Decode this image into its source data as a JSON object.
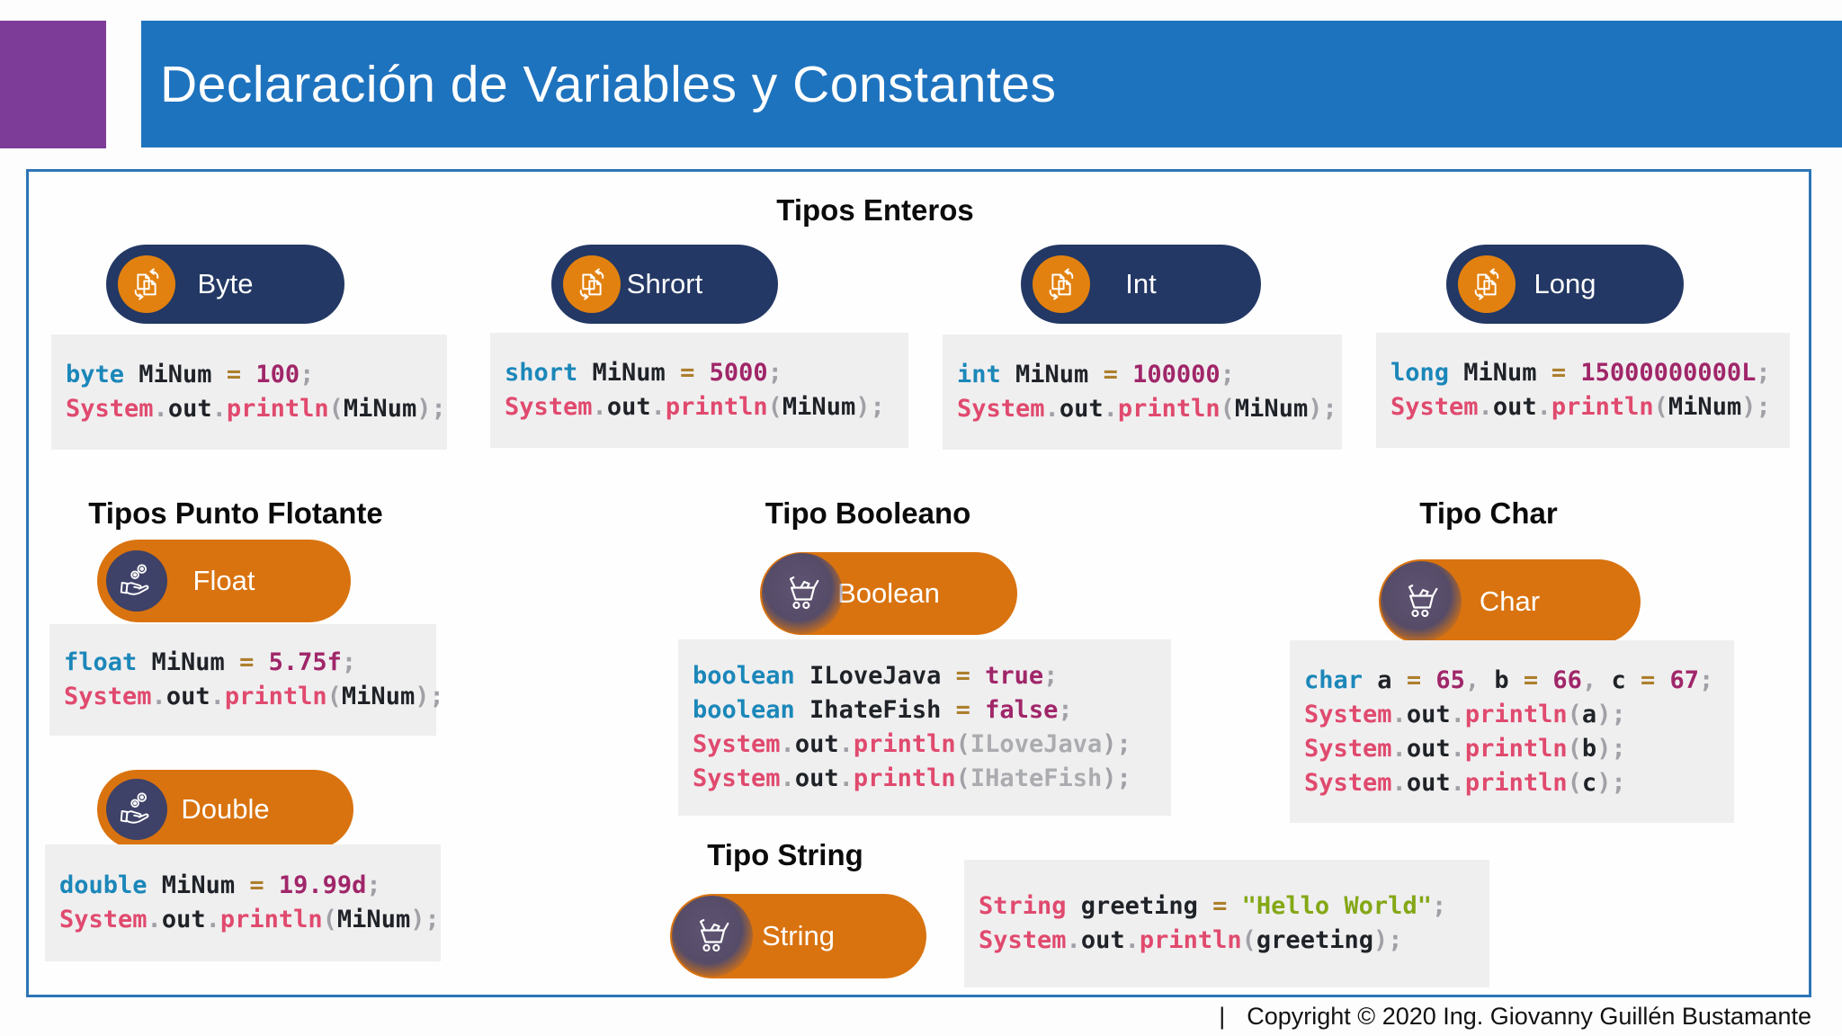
{
  "header": {
    "title": "Declaración de Variables y Constantes"
  },
  "sections": {
    "enteros": {
      "title": "Tipos Enteros",
      "items": [
        {
          "label": "Byte",
          "icon": "copy-pages-icon",
          "code": [
            [
              {
                "c": "kw",
                "t": "byte"
              },
              {
                "c": "id",
                "t": " MiNum "
              },
              {
                "c": "op",
                "t": "="
              },
              {
                "c": "num",
                "t": " 100"
              },
              {
                "c": "punc",
                "t": ";"
              }
            ],
            [
              {
                "c": "cls",
                "t": "System"
              },
              {
                "c": "punc",
                "t": "."
              },
              {
                "c": "id",
                "t": "out"
              },
              {
                "c": "punc",
                "t": "."
              },
              {
                "c": "cls",
                "t": "println"
              },
              {
                "c": "punc",
                "t": "("
              },
              {
                "c": "id",
                "t": "MiNum"
              },
              {
                "c": "punc",
                "t": ");"
              }
            ]
          ]
        },
        {
          "label": "Shrort",
          "icon": "copy-pages-icon",
          "code": [
            [
              {
                "c": "kw",
                "t": "short"
              },
              {
                "c": "id",
                "t": " MiNum "
              },
              {
                "c": "op",
                "t": "="
              },
              {
                "c": "num",
                "t": " 5000"
              },
              {
                "c": "punc",
                "t": ";"
              }
            ],
            [
              {
                "c": "cls",
                "t": "System"
              },
              {
                "c": "punc",
                "t": "."
              },
              {
                "c": "id",
                "t": "out"
              },
              {
                "c": "punc",
                "t": "."
              },
              {
                "c": "cls",
                "t": "println"
              },
              {
                "c": "punc",
                "t": "("
              },
              {
                "c": "id",
                "t": "MiNum"
              },
              {
                "c": "punc",
                "t": ");"
              }
            ]
          ]
        },
        {
          "label": "Int",
          "icon": "copy-pages-icon",
          "code": [
            [
              {
                "c": "kw",
                "t": "int"
              },
              {
                "c": "id",
                "t": " MiNum "
              },
              {
                "c": "op",
                "t": "="
              },
              {
                "c": "num",
                "t": " 100000"
              },
              {
                "c": "punc",
                "t": ";"
              }
            ],
            [
              {
                "c": "cls",
                "t": "System"
              },
              {
                "c": "punc",
                "t": "."
              },
              {
                "c": "id",
                "t": "out"
              },
              {
                "c": "punc",
                "t": "."
              },
              {
                "c": "cls",
                "t": "println"
              },
              {
                "c": "punc",
                "t": "("
              },
              {
                "c": "id",
                "t": "MiNum"
              },
              {
                "c": "punc",
                "t": ");"
              }
            ]
          ]
        },
        {
          "label": "Long",
          "icon": "copy-pages-icon",
          "code": [
            [
              {
                "c": "kw",
                "t": "long"
              },
              {
                "c": "id",
                "t": " MiNum "
              },
              {
                "c": "op",
                "t": "="
              },
              {
                "c": "num",
                "t": " 15000000000L"
              },
              {
                "c": "punc",
                "t": ";"
              }
            ],
            [
              {
                "c": "cls",
                "t": "System"
              },
              {
                "c": "punc",
                "t": "."
              },
              {
                "c": "id",
                "t": "out"
              },
              {
                "c": "punc",
                "t": "."
              },
              {
                "c": "cls",
                "t": "println"
              },
              {
                "c": "punc",
                "t": "("
              },
              {
                "c": "id",
                "t": "MiNum"
              },
              {
                "c": "punc",
                "t": ");"
              }
            ]
          ]
        }
      ]
    },
    "flotante": {
      "title": "Tipos Punto Flotante",
      "items": [
        {
          "label": "Float",
          "icon": "hand-coin-icon",
          "code": [
            [
              {
                "c": "kw",
                "t": "float"
              },
              {
                "c": "id",
                "t": " MiNum "
              },
              {
                "c": "op",
                "t": "="
              },
              {
                "c": "num",
                "t": " 5.75f"
              },
              {
                "c": "punc",
                "t": ";"
              }
            ],
            [
              {
                "c": "cls",
                "t": "System"
              },
              {
                "c": "punc",
                "t": "."
              },
              {
                "c": "id",
                "t": "out"
              },
              {
                "c": "punc",
                "t": "."
              },
              {
                "c": "cls",
                "t": "println"
              },
              {
                "c": "punc",
                "t": "("
              },
              {
                "c": "id",
                "t": "MiNum"
              },
              {
                "c": "punc",
                "t": ");"
              }
            ]
          ]
        },
        {
          "label": "Double",
          "icon": "hand-coin-icon",
          "code": [
            [
              {
                "c": "kw",
                "t": "double"
              },
              {
                "c": "id",
                "t": " MiNum "
              },
              {
                "c": "op",
                "t": "="
              },
              {
                "c": "num",
                "t": " 19.99d"
              },
              {
                "c": "punc",
                "t": ";"
              }
            ],
            [
              {
                "c": "cls",
                "t": "System"
              },
              {
                "c": "punc",
                "t": "."
              },
              {
                "c": "id",
                "t": "out"
              },
              {
                "c": "punc",
                "t": "."
              },
              {
                "c": "cls",
                "t": "println"
              },
              {
                "c": "punc",
                "t": "("
              },
              {
                "c": "id",
                "t": "MiNum"
              },
              {
                "c": "punc",
                "t": ");"
              }
            ]
          ]
        }
      ]
    },
    "booleano": {
      "title": "Tipo Booleano",
      "items": [
        {
          "label": "Boolean",
          "icon": "cart-icon",
          "code": [
            [
              {
                "c": "kw",
                "t": "boolean"
              },
              {
                "c": "id",
                "t": " ILoveJava "
              },
              {
                "c": "op",
                "t": "="
              },
              {
                "c": "num",
                "t": " true"
              },
              {
                "c": "punc",
                "t": ";"
              }
            ],
            [
              {
                "c": "kw",
                "t": "boolean"
              },
              {
                "c": "id",
                "t": " IhateFish "
              },
              {
                "c": "op",
                "t": "="
              },
              {
                "c": "num",
                "t": " false"
              },
              {
                "c": "punc",
                "t": ";"
              }
            ],
            [
              {
                "c": "cls",
                "t": "System"
              },
              {
                "c": "punc",
                "t": "."
              },
              {
                "c": "id",
                "t": "out"
              },
              {
                "c": "punc",
                "t": "."
              },
              {
                "c": "cls",
                "t": "println"
              },
              {
                "c": "punc",
                "t": "("
              },
              {
                "c": "gray",
                "t": "ILoveJava"
              },
              {
                "c": "punc",
                "t": ");"
              }
            ],
            [
              {
                "c": "cls",
                "t": "System"
              },
              {
                "c": "punc",
                "t": "."
              },
              {
                "c": "id",
                "t": "out"
              },
              {
                "c": "punc",
                "t": "."
              },
              {
                "c": "cls",
                "t": "println"
              },
              {
                "c": "punc",
                "t": "("
              },
              {
                "c": "gray",
                "t": "IHateFish"
              },
              {
                "c": "punc",
                "t": ");"
              }
            ]
          ]
        }
      ]
    },
    "charType": {
      "title": "Tipo Char",
      "items": [
        {
          "label": "Char",
          "icon": "cart-icon",
          "code": [
            [
              {
                "c": "kw",
                "t": "char"
              },
              {
                "c": "id",
                "t": " a "
              },
              {
                "c": "op",
                "t": "="
              },
              {
                "c": "num",
                "t": " 65"
              },
              {
                "c": "punc",
                "t": ", "
              },
              {
                "c": "id",
                "t": "b "
              },
              {
                "c": "op",
                "t": "="
              },
              {
                "c": "num",
                "t": " 66"
              },
              {
                "c": "punc",
                "t": ", "
              },
              {
                "c": "id",
                "t": "c "
              },
              {
                "c": "op",
                "t": "="
              },
              {
                "c": "num",
                "t": " 67"
              },
              {
                "c": "punc",
                "t": ";"
              }
            ],
            [
              {
                "c": "cls",
                "t": "System"
              },
              {
                "c": "punc",
                "t": "."
              },
              {
                "c": "id",
                "t": "out"
              },
              {
                "c": "punc",
                "t": "."
              },
              {
                "c": "cls",
                "t": "println"
              },
              {
                "c": "punc",
                "t": "("
              },
              {
                "c": "id",
                "t": "a"
              },
              {
                "c": "punc",
                "t": ");"
              }
            ],
            [
              {
                "c": "cls",
                "t": "System"
              },
              {
                "c": "punc",
                "t": "."
              },
              {
                "c": "id",
                "t": "out"
              },
              {
                "c": "punc",
                "t": "."
              },
              {
                "c": "cls",
                "t": "println"
              },
              {
                "c": "punc",
                "t": "("
              },
              {
                "c": "id",
                "t": "b"
              },
              {
                "c": "punc",
                "t": ");"
              }
            ],
            [
              {
                "c": "cls",
                "t": "System"
              },
              {
                "c": "punc",
                "t": "."
              },
              {
                "c": "id",
                "t": "out"
              },
              {
                "c": "punc",
                "t": "."
              },
              {
                "c": "cls",
                "t": "println"
              },
              {
                "c": "punc",
                "t": "("
              },
              {
                "c": "id",
                "t": "c"
              },
              {
                "c": "punc",
                "t": ");"
              }
            ]
          ]
        }
      ]
    },
    "stringType": {
      "title": "Tipo String",
      "items": [
        {
          "label": "String",
          "icon": "cart-icon",
          "code": [
            [
              {
                "c": "cls",
                "t": "String"
              },
              {
                "c": "id",
                "t": " greeting "
              },
              {
                "c": "op",
                "t": "="
              },
              {
                "c": "str",
                "t": " \"Hello World\""
              },
              {
                "c": "punc",
                "t": ";"
              }
            ],
            [
              {
                "c": "cls",
                "t": "System"
              },
              {
                "c": "punc",
                "t": "."
              },
              {
                "c": "id",
                "t": "out"
              },
              {
                "c": "punc",
                "t": "."
              },
              {
                "c": "cls",
                "t": "println"
              },
              {
                "c": "punc",
                "t": "("
              },
              {
                "c": "id",
                "t": "greeting"
              },
              {
                "c": "punc",
                "t": ");"
              }
            ]
          ]
        }
      ]
    }
  },
  "footer": {
    "pipe": "|",
    "copyright": "Copyright © 2020 Ing. Giovanny Guillén Bustamante"
  },
  "colors": {
    "header_blue": "#1E73BE",
    "accent_purple": "#7D3C98",
    "pill_navy": "#233864",
    "pill_orange": "#D9730F",
    "circle_orange": "#E2810F",
    "circle_navy": "#3E4168",
    "frame_border": "#2E75B6",
    "code_background": "#F0EFF0",
    "syntax_keyword": "#1B87B9",
    "syntax_class": "#E04A6E",
    "syntax_number": "#A02669",
    "syntax_operator": "#AD7F2D",
    "syntax_punctuation": "#A0A1A7",
    "syntax_string": "#84A816",
    "syntax_identifier": "#1F2328",
    "syntax_muted_identifier": "#ABACB0"
  }
}
